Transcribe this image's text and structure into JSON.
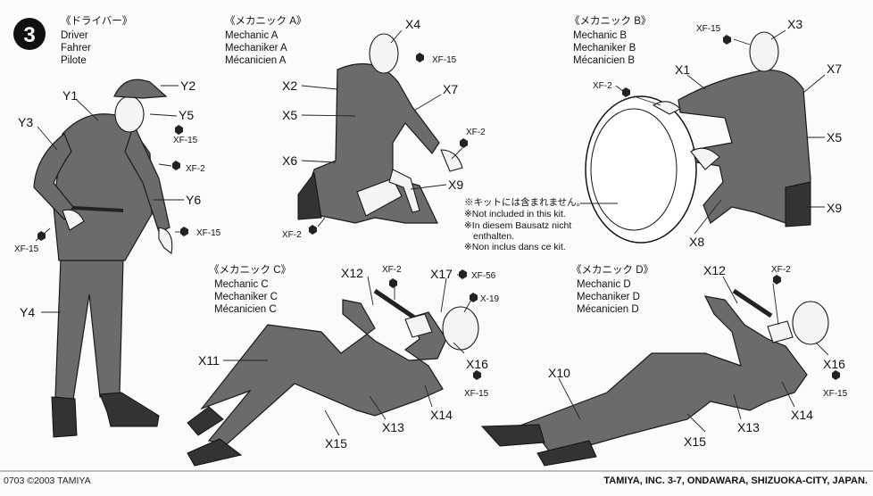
{
  "step": {
    "number": "3"
  },
  "sections": {
    "driver": {
      "title": "《ドライバー》",
      "lines": [
        "Driver",
        "Fahrer",
        "Pilote"
      ]
    },
    "mechanic_a": {
      "title": "《メカニック A》",
      "lines": [
        "Mechanic A",
        "Mechaniker A",
        "Mécanicien A"
      ]
    },
    "mechanic_b": {
      "title": "《メカニック B》",
      "lines": [
        "Mechanic B",
        "Mechaniker B",
        "Mécanicien B"
      ]
    },
    "mechanic_c": {
      "title": "《メカニック C》",
      "lines": [
        "Mechanic C",
        "Mechaniker C",
        "Mécanicien C"
      ]
    },
    "mechanic_d": {
      "title": "《メカニック D》",
      "lines": [
        "Mechanic D",
        "Mechaniker D",
        "Mécanicien D"
      ]
    }
  },
  "parts": {
    "y1": "Y1",
    "y2": "Y2",
    "y3": "Y3",
    "y4": "Y4",
    "y5": "Y5",
    "y6": "Y6",
    "x1": "X1",
    "x2": "X2",
    "x3": "X3",
    "x4": "X4",
    "x5": "X5",
    "x6": "X6",
    "x7": "X7",
    "x8": "X8",
    "x9": "X9",
    "x10": "X10",
    "x11": "X11",
    "x12": "X12",
    "x13": "X13",
    "x14": "X14",
    "x15": "X15",
    "x16": "X16",
    "x17": "X17"
  },
  "paints": {
    "xf2": "XF-2",
    "xf15": "XF-15",
    "xf56": "XF-56",
    "x19": "X-19"
  },
  "note": {
    "lines": [
      "※キットには含まれません。",
      "※Not included in this kit.",
      "※In diesem Bausatz nicht",
      "enthalten.",
      "※Non inclus dans ce kit."
    ]
  },
  "footer": {
    "left": "0703 ©2003 TAMIYA",
    "right": "TAMIYA, INC. 3-7, ONDAWARA, SHIZUOKA-CITY, JAPAN."
  }
}
